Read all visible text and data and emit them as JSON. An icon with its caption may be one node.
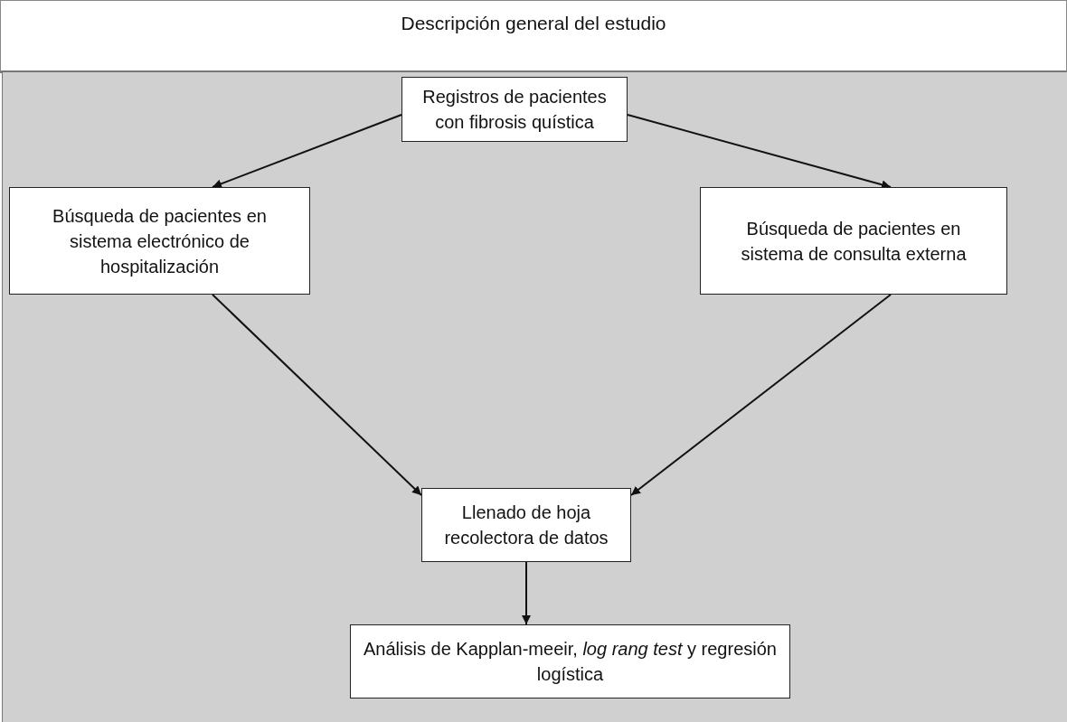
{
  "diagram": {
    "title": "Descripción general del estudio",
    "nodes": [
      {
        "text": [
          "Registros de pacientes con fibrosis quística"
        ]
      },
      {
        "text": [
          "Búsqueda de pacientes en sistema electrónico de hospitalización"
        ]
      },
      {
        "text": [
          "Búsqueda de pacientes en sistema de consulta externa"
        ]
      },
      {
        "text": [
          "Llenado de hoja recolectora de datos"
        ]
      },
      {
        "text": [
          "Análisis de Kapplan-meeir, *log rang test* y regresión logística"
        ]
      }
    ],
    "edges": [
      {
        "from": 0,
        "to": 1,
        "arrow": "to"
      },
      {
        "from": 0,
        "to": 2,
        "arrow": "to"
      },
      {
        "from": 1,
        "to": 3,
        "arrow": "to"
      },
      {
        "from": 2,
        "to": 3,
        "arrow": "to"
      },
      {
        "from": 3,
        "to": 4,
        "arrow": "to"
      }
    ]
  }
}
